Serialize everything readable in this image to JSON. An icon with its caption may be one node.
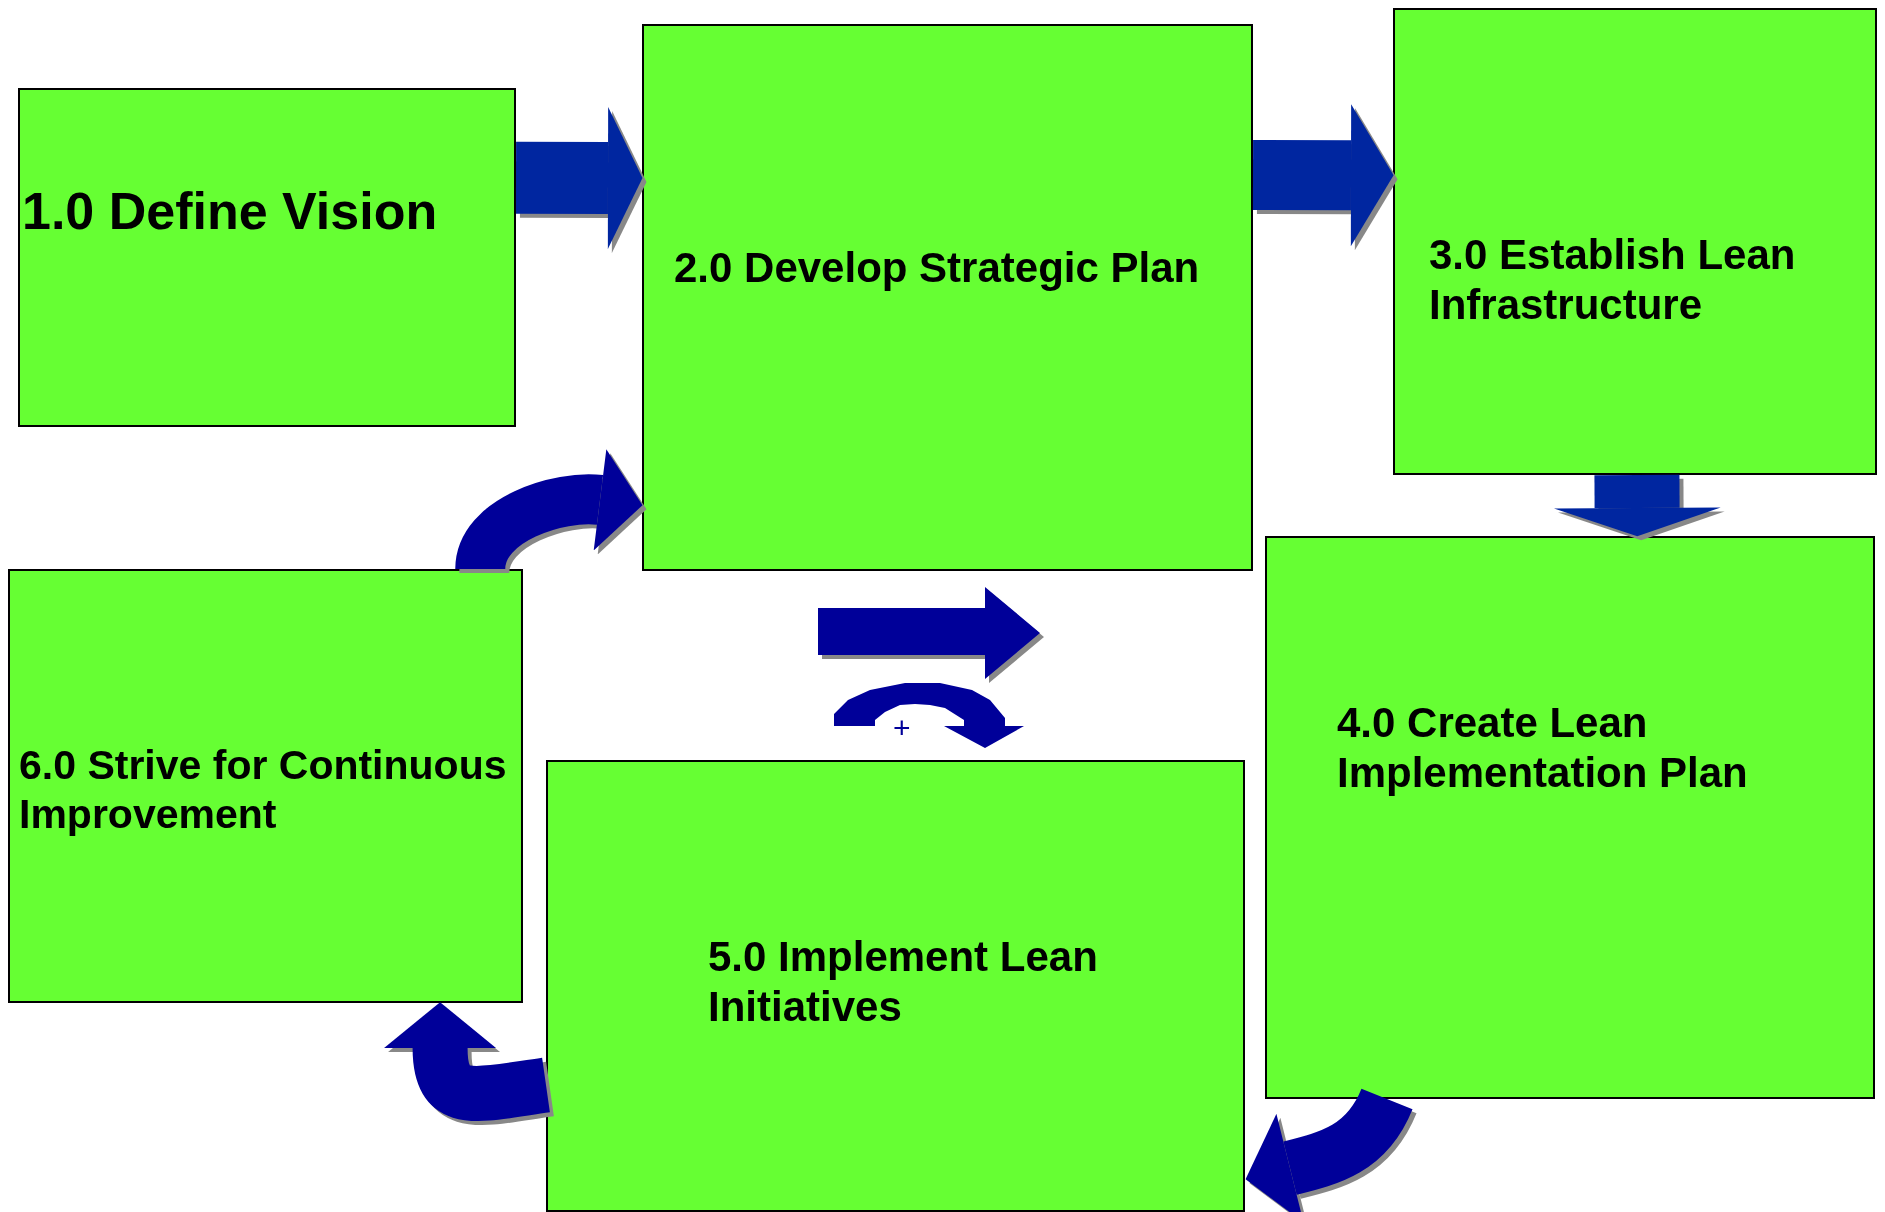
{
  "diagram": {
    "nodes": [
      {
        "text": [
          "1.0 Define Vision"
        ]
      },
      {
        "text": [
          "2.0 Develop Strategic Plan"
        ]
      },
      {
        "text": [
          "3.0 Establish Lean Infrastructure"
        ]
      },
      {
        "text": [
          "4.0 Create Lean Implementation Plan"
        ]
      },
      {
        "text": [
          "5.0 Implement Lean Initiatives"
        ]
      },
      {
        "text": [
          "6.0 Strive for Continuous Improvement"
        ]
      }
    ],
    "edges": [
      {
        "from": 0,
        "to": 1,
        "arrow": "to"
      },
      {
        "from": 1,
        "to": 2,
        "arrow": "to"
      },
      {
        "from": 2,
        "to": 3,
        "arrow": "to"
      },
      {
        "from": 3,
        "to": 4,
        "arrow": "to",
        "color": "#000099"
      },
      {
        "from": 4,
        "to": 5,
        "arrow": "to",
        "color": "#000099"
      },
      {
        "from": 5,
        "to": 1,
        "arrow": "to",
        "color": "#000099"
      }
    ],
    "labels": [
      "+"
    ]
  }
}
